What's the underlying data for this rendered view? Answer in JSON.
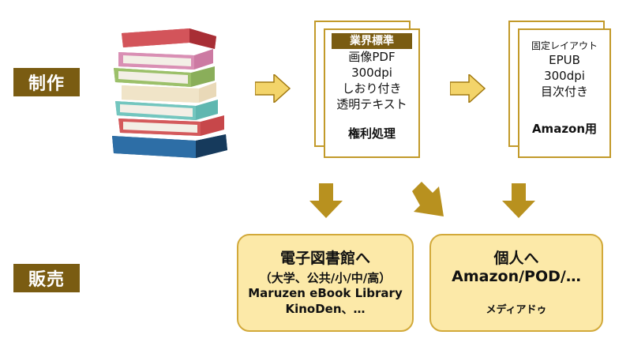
{
  "labels": {
    "production": "制作",
    "sales": "販売"
  },
  "doc1": {
    "badge": "業界標準",
    "lines": [
      "画像PDF",
      "300dpi",
      "しおり付き",
      "透明テキスト"
    ],
    "footer": "権利処理"
  },
  "doc2": {
    "lines": [
      "固定レイアウト",
      "EPUB",
      "300dpi",
      "目次付き"
    ],
    "footer": "Amazon用"
  },
  "box1": {
    "title": "電子図書館へ",
    "lines": [
      "（大学、公共/小/中/高）",
      "Maruzen eBook Library",
      "KinoDen、…"
    ]
  },
  "box2": {
    "title": "個人へ",
    "subtitle": "Amazon/POD/…",
    "footer": "メディアドゥ"
  },
  "colors": {
    "label_bg": "#7a5c12",
    "arrow_fill": "#f3d46a",
    "arrow_dark": "#a27a12",
    "box_fill": "#fce9a8",
    "doc_border": "#c29a2a"
  }
}
